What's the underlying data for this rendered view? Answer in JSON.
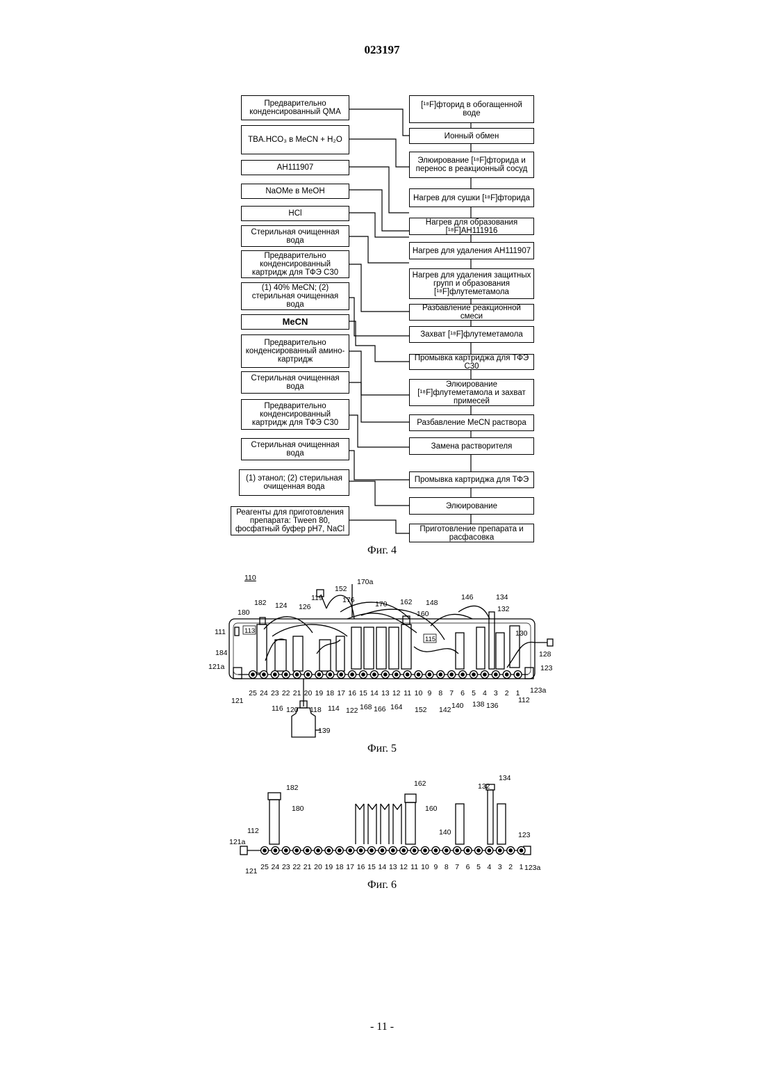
{
  "document": {
    "number": "023197",
    "footer": "- 11 -"
  },
  "fig4": {
    "caption": "Фиг. 4",
    "left_boxes": [
      "Предварительно конденсированный QMA",
      "TBA.HCO₃ в MeCN + H₂O",
      "AH111907",
      "NaOMe в MeOH",
      "HCl",
      "Стерильная очищенная вода",
      "Предварительно конденсированный картридж для ТФЭ C30",
      "(1) 40% MeCN; (2) стерильная очищенная вода",
      "MeCN",
      "Предварительно конденсированный амино-картридж",
      "Стерильная очищенная вода",
      "Предварительно конденсированный картридж для ТФЭ C30",
      "Стерильная очищенная вода",
      "(1) этанол; (2) стерильная очищенная вода",
      "Реагенты для приготовления препарата: Tween 80, фосфатный буфер pH7, NaCl"
    ],
    "right_boxes": [
      "[¹⁸F]фторид в обогащенной воде",
      "Ионный обмен",
      "Элюирование [¹⁸F]фторида и перенос в реакционный сосуд",
      "Нагрев для сушки [¹⁸F]фторида",
      "Нагрев для образования [¹⁸F]AH111916",
      "Нагрев для удаления AH111907",
      "Нагрев для удаления защитных групп и образования [¹⁸F]флутеметамола",
      "Разбавление реакционной смеси",
      "Захват [¹⁸F]флутеметамола",
      "Промывка картриджа для ТФЭ C30",
      "Элюирование [¹⁸F]флутеметамола и захват примесей",
      "Разбавление MeCN раствора",
      "Замена растворителя",
      "Промывка картриджа для ТФЭ",
      "Элюирование",
      "Приготовление препарата и расфасовка"
    ]
  },
  "fig5": {
    "caption": "Фиг. 5",
    "ref_top": [
      "110",
      "170a",
      "152",
      "176",
      "119",
      "170",
      "162",
      "148",
      "146",
      "134",
      "132",
      "182",
      "124",
      "126",
      "180",
      "160",
      "113",
      "115",
      "130",
      "111",
      "184",
      "128",
      "121a",
      "123"
    ],
    "valve_numbers": [
      "25",
      "24",
      "23",
      "22",
      "21",
      "20",
      "19",
      "18",
      "17",
      "16",
      "15",
      "14",
      "13",
      "12",
      "11",
      "10",
      "9",
      "8",
      "7",
      "6",
      "5",
      "4",
      "3",
      "2",
      "1"
    ],
    "ref_bottom": [
      "121",
      "116",
      "120",
      "118",
      "114",
      "122",
      "168",
      "166",
      "164",
      "152",
      "142",
      "140",
      "138",
      "136",
      "112",
      "123a",
      "139"
    ]
  },
  "fig6": {
    "caption": "Фиг. 6",
    "valve_numbers": [
      "25",
      "24",
      "23",
      "22",
      "21",
      "20",
      "19",
      "18",
      "17",
      "16",
      "15",
      "14",
      "13",
      "12",
      "11",
      "10",
      "9",
      "8",
      "7",
      "6",
      "5",
      "4",
      "3",
      "2",
      "1"
    ],
    "refs": [
      "182",
      "180",
      "162",
      "160",
      "134",
      "132",
      "112",
      "123",
      "121a",
      "140",
      "121",
      "123a"
    ]
  }
}
